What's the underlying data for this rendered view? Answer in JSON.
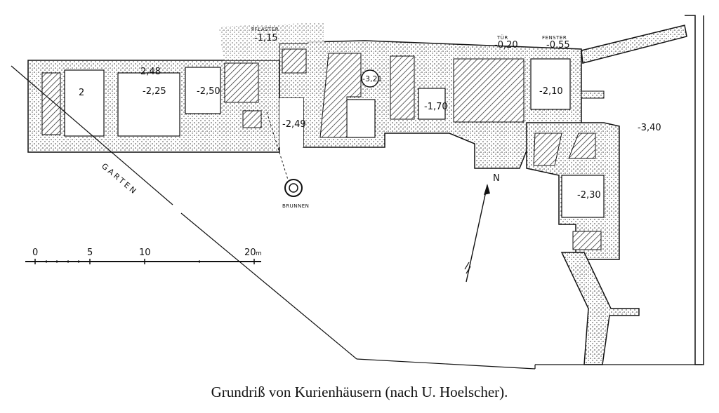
{
  "caption": "Grundriß von Kurienhäusern (nach U. Hoelscher).",
  "labels": {
    "garten": "GARTEN",
    "brunnen": "BRUNNEN",
    "pflaster": "PFLASTER",
    "pflaster_level": "-1,15",
    "tuer": "TÜR",
    "tuer_level": "-0,20",
    "fenster": "FENSTER",
    "fenster_level": "-0,55",
    "north": "N"
  },
  "room_levels": {
    "r1": "2",
    "r2": "2,48",
    "r3": "-2,25",
    "r4": "-2,50",
    "r5": "-2,49",
    "r6": "-3,21",
    "r7": "-1,70",
    "r8": "-2,10",
    "r9": "-3,40",
    "r10": "-2,30"
  },
  "scale_bar": {
    "ticks": [
      "0",
      "5",
      "10",
      "20"
    ],
    "unit": "m"
  }
}
